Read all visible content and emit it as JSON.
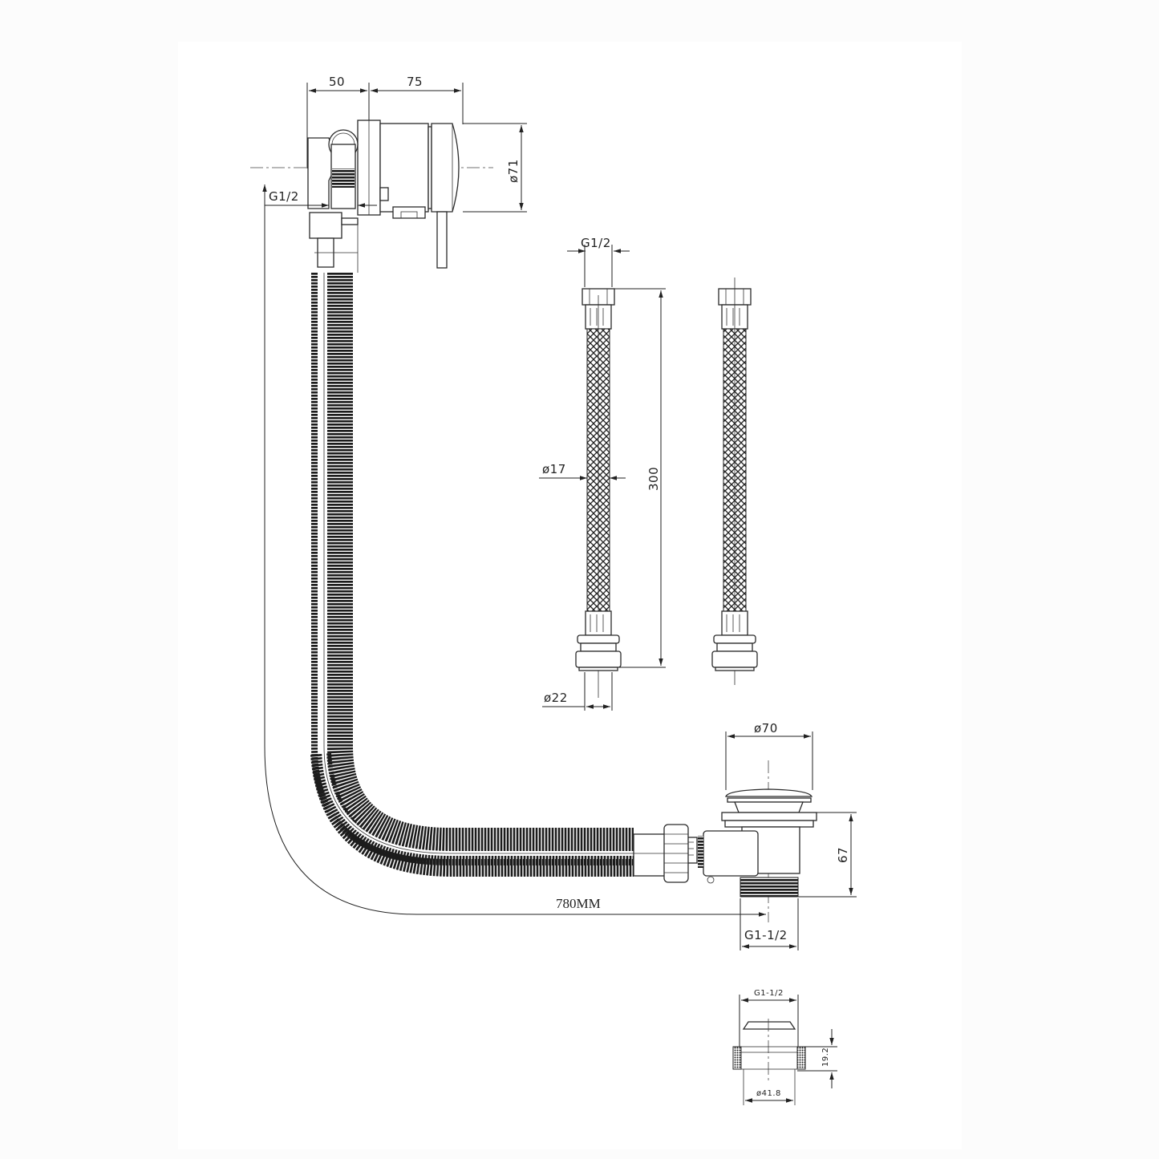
{
  "drawing": {
    "title": "Bath filler valve with overflow waste and flexible hoses",
    "colors": {
      "background": "#fcfcfc",
      "panel": "#ffffff",
      "line": "#2a2a2a"
    }
  },
  "valve": {
    "dims": {
      "depth_body": "50",
      "depth_cover": "75",
      "cover_diameter": "ø71",
      "inlet_thread": "G1/2"
    }
  },
  "flexi_hoses": {
    "count": 2,
    "dims": {
      "inlet_thread": "G1/2",
      "length": "300",
      "hose_diameter": "ø17",
      "compression_diameter": "ø22"
    }
  },
  "waste": {
    "dims": {
      "plug_diameter": "ø70",
      "height": "67",
      "outlet_thread": "G1-1/2",
      "overall_length": "780MM"
    }
  },
  "nut_detail": {
    "dims": {
      "thread": "G1-1/2",
      "height": "19.2",
      "inner_diameter": "ø41.8"
    }
  }
}
